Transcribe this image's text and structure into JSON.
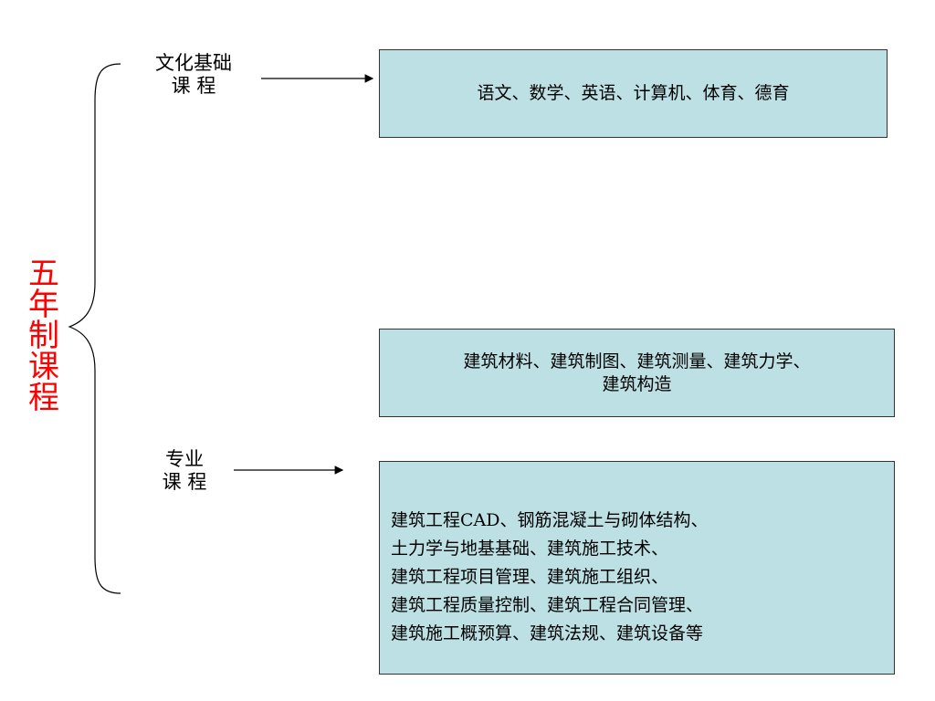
{
  "title": "五\n年\n制\n课\n程",
  "colors": {
    "title": "#ff0000",
    "box_fill": "#bde0e4",
    "box_border": "#333333",
    "line": "#000000"
  },
  "categories": [
    {
      "label": "文化基础\n课 程",
      "boxes": [
        "语文、数学、英语、计算机、体育、德育"
      ]
    },
    {
      "label": "专业\n课 程",
      "boxes": [
        "建筑材料、建筑制图、建筑测量、建筑力学、\n建筑构造",
        "建筑工程CAD、钢筋混凝土与砌体结构、\n土力学与地基基础、建筑施工技术、\n建筑工程项目管理、建筑施工组织、\n建筑工程质量控制、建筑工程合同管理、\n建筑施工概预算、建筑法规、建筑设备等"
      ]
    }
  ]
}
